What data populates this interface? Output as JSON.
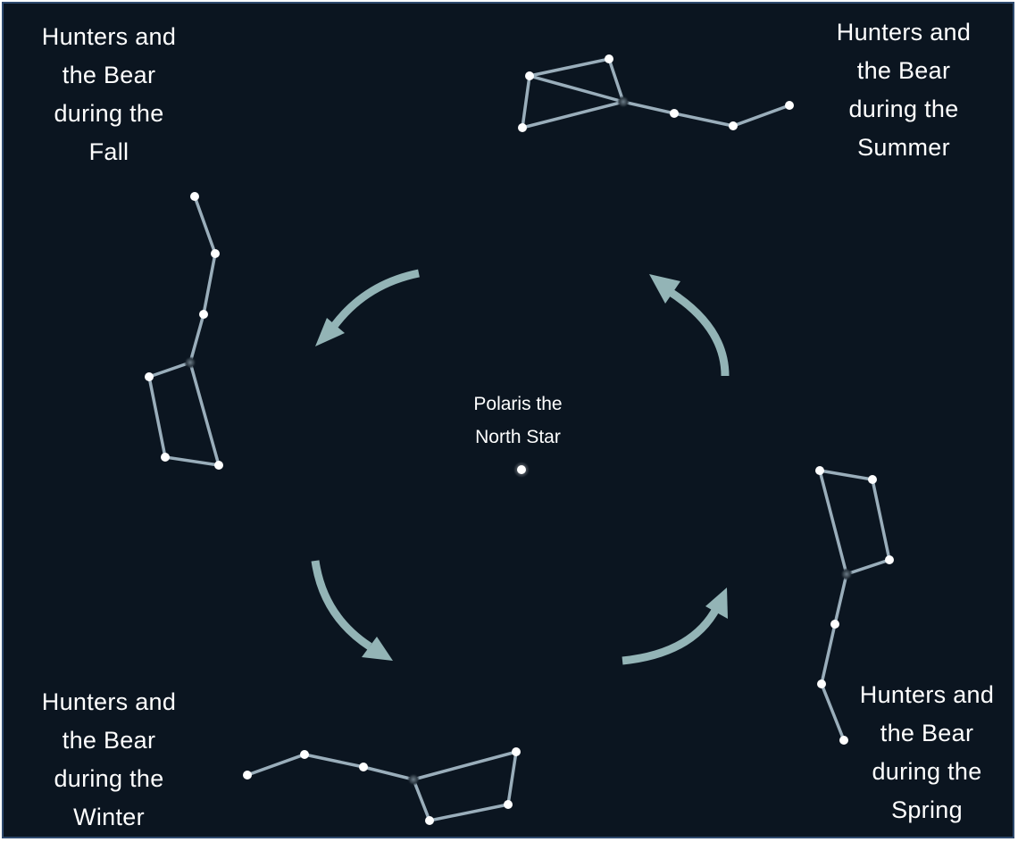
{
  "diagram": {
    "polaris": {
      "label": "Polaris the\nNorth Star"
    },
    "seasons": [
      {
        "id": "fall",
        "label": "Hunters and\nthe Bear\nduring the\nFall"
      },
      {
        "id": "summer",
        "label": "Hunters and\nthe Bear\nduring the\nSummer"
      },
      {
        "id": "winter",
        "label": "Hunters and\nthe Bear\nduring the\nWinter"
      },
      {
        "id": "spring",
        "label": "Hunters and\nthe Bear\nduring the\nSpring"
      }
    ],
    "colors": {
      "background": "#0b1520",
      "border": "#2f4a6e",
      "arrow": "#93b4b6",
      "constellation_line": "#9aaebb",
      "star": "#ffffff"
    },
    "arrow_direction": "counterclockwise"
  }
}
